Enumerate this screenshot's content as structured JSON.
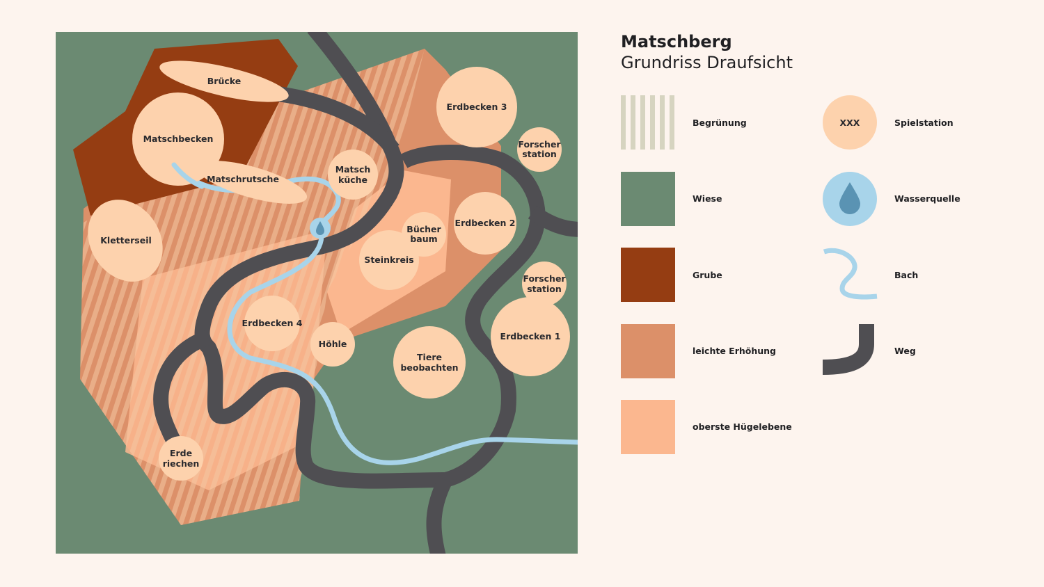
{
  "header": {
    "title": "Matschberg",
    "subtitle": "Grundriss Draufsicht"
  },
  "colors": {
    "background": "#fdf4ee",
    "wiese": "#6b8a72",
    "grube": "#953d12",
    "leichte_erhoehung": "#dc9069",
    "oberste_huegelebene": "#fbb78f",
    "spielstation": "#fdd2ad",
    "weg": "#4f4e52",
    "bach": "#a8d4ea",
    "wasserquelle_drop": "#5a93b3"
  },
  "map": {
    "stations": {
      "bruecke": "Brücke",
      "matschbecken": "Matschbecken",
      "matschrutsche": "Matschrutsche",
      "kletterseil": "Kletterseil",
      "matschkueche": [
        "Matsch",
        "küche"
      ],
      "erdbecken3": "Erdbecken 3",
      "forscherstation1": [
        "Forscher",
        "station"
      ],
      "erdbecken2": "Erdbecken 2",
      "buecherbaum": [
        "Bücher",
        "baum"
      ],
      "steinkreis": "Steinkreis",
      "forscherstation2": [
        "Forscher",
        "station"
      ],
      "erdbecken1": "Erdbecken 1",
      "erdbecken4": "Erdbecken 4",
      "hoehle": "Höhle",
      "tiere": [
        "Tiere",
        "beobachten"
      ],
      "erde": [
        "Erde",
        "riechen"
      ]
    }
  },
  "legend": {
    "left": [
      {
        "label": "Begrünung",
        "icon": "stripes-swatch"
      },
      {
        "label": "Wiese",
        "icon": "green-swatch"
      },
      {
        "label": "Grube",
        "icon": "brown-swatch"
      },
      {
        "label": "leichte Erhöhung",
        "icon": "terracotta-swatch"
      },
      {
        "label": "oberste Hügelebene",
        "icon": "peach-swatch"
      }
    ],
    "right": [
      {
        "label": "Spielstation",
        "icon": "station-circle",
        "sample": "XXX"
      },
      {
        "label": "Wasserquelle",
        "icon": "water-drop-icon"
      },
      {
        "label": "Bach",
        "icon": "stream-icon"
      },
      {
        "label": "Weg",
        "icon": "path-icon"
      }
    ]
  }
}
